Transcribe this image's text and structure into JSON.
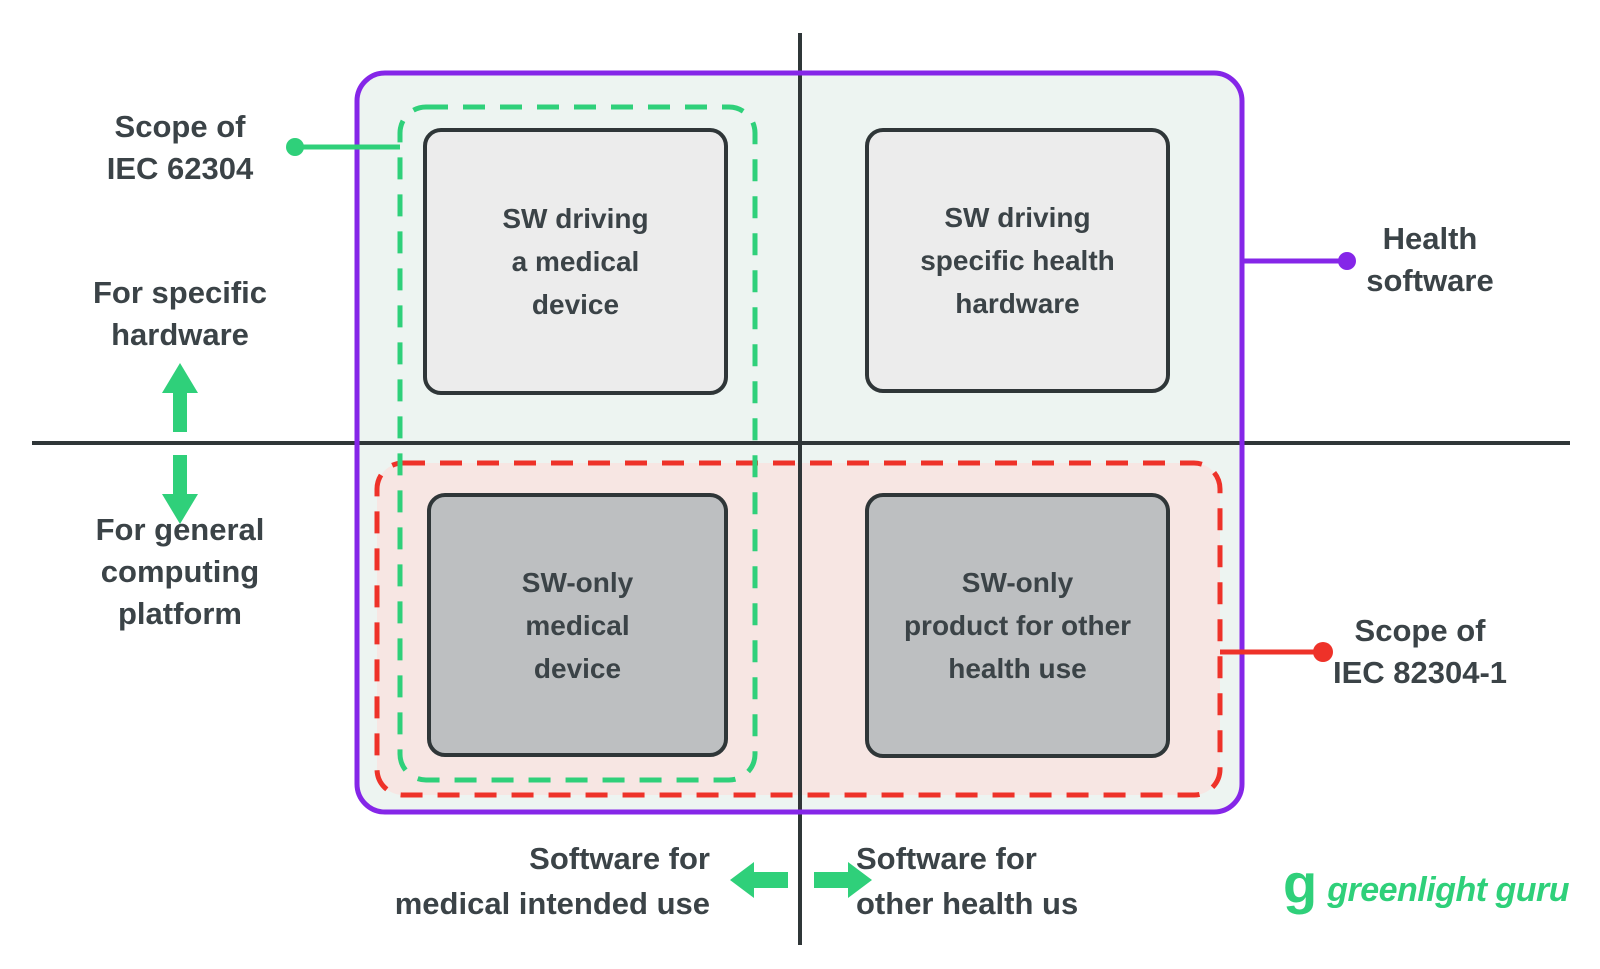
{
  "colors": {
    "green": "#2fd07a",
    "purple": "#8526e8",
    "red": "#ee3229",
    "mint": "#edf4f1",
    "pink": "#f7e6e3",
    "card-light": "#ececec",
    "card-dark": "#bdbfc1",
    "ink": "#2f3638",
    "text": "#3b4347"
  },
  "cards": {
    "top_left": {
      "label": "SW driving\na medical\ndevice"
    },
    "top_right": {
      "label": "SW driving\nspecific health\nhardware"
    },
    "bottom_left": {
      "label": "SW-only\nmedical\ndevice"
    },
    "bottom_right": {
      "label": "SW-only\nproduct for other\nhealth use"
    }
  },
  "labels": {
    "scope_iec_62304": "Scope of\nIEC 62304",
    "for_specific_hardware": "For specific\nhardware",
    "for_general_computing_platform": "For general\ncomputing\nplatform",
    "health_software": "Health\nsoftware",
    "scope_iec_82304_1": "Scope of\nIEC 82304-1",
    "software_for_medical": "Software for\nmedical intended use",
    "software_for_other_health": "Software for\nother health us"
  },
  "logo": {
    "mark": "g",
    "wordmark": "greenlight guru"
  }
}
